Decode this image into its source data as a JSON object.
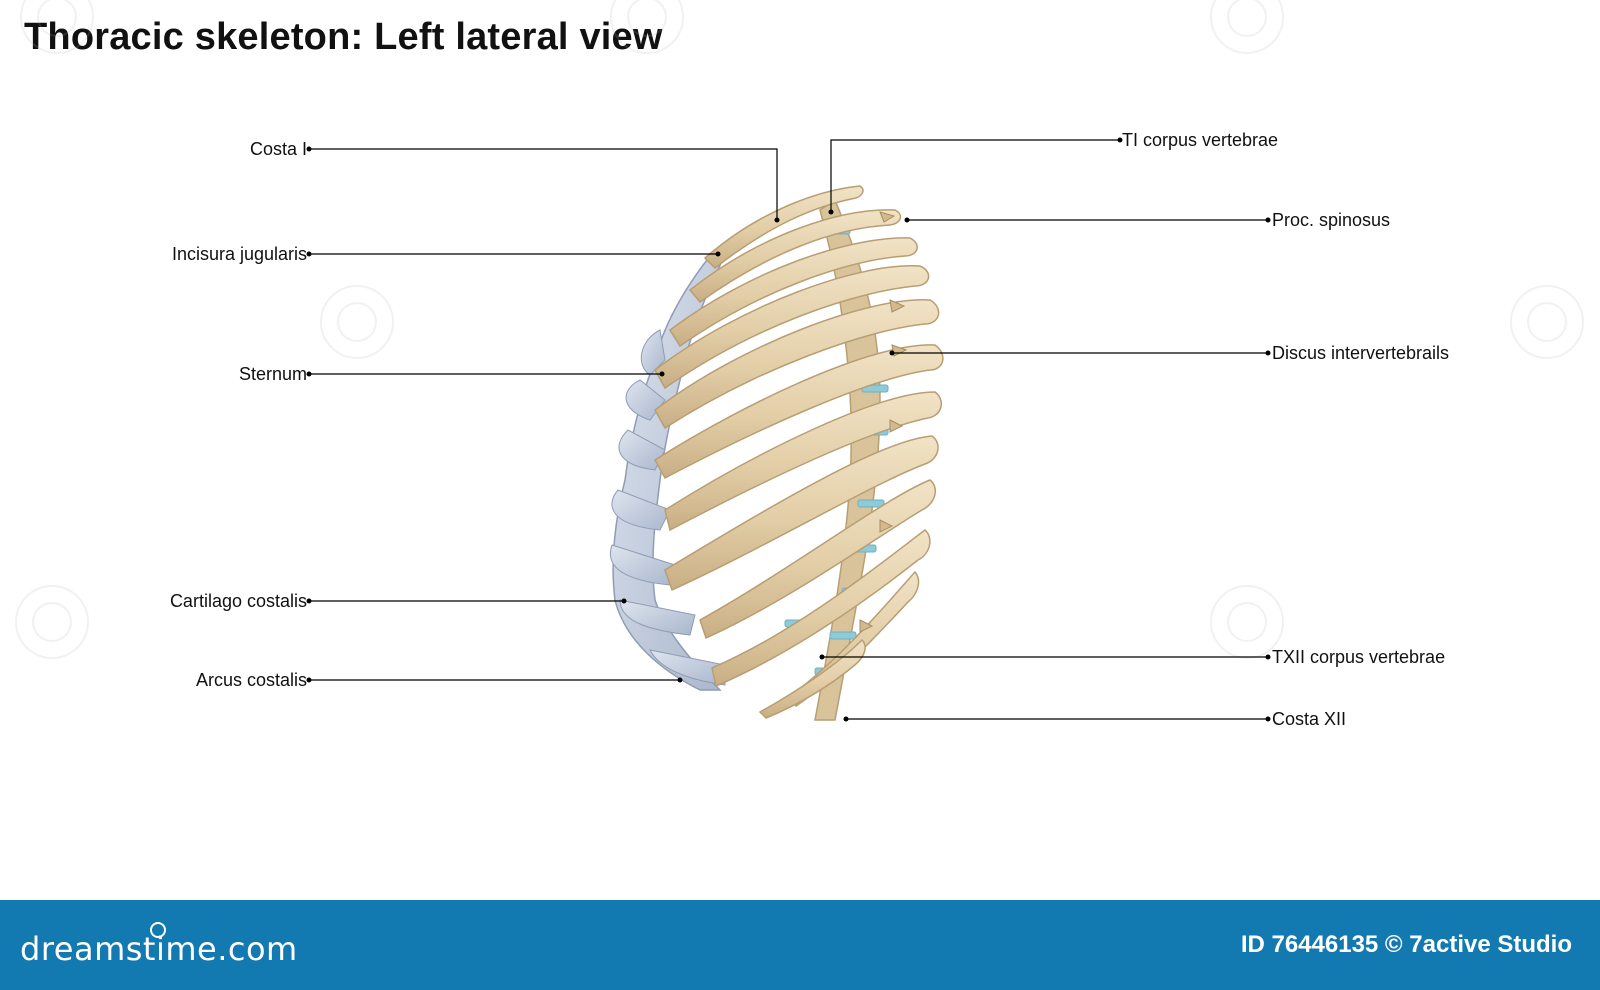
{
  "title": "Thoracic skeleton: Left lateral view",
  "labels": {
    "costa_i": "Costa I",
    "incisura_jugularis": "Incisura jugularis",
    "sternum": "Sternum",
    "cartilago_costalis": "Cartilago costalis",
    "arcus_costalis": "Arcus costalis",
    "ti_corpus_vertebrae": "TI corpus vertebrae",
    "proc_spinosus": "Proc. spinosus",
    "discus_intervertebrails": "Discus intervertebrails",
    "txii_corpus_vertebrae": "TXII corpus vertebrae",
    "costa_xii": "Costa XII"
  },
  "footer": {
    "brand": "dreamstime.com",
    "credit": "ID 76446135 © 7active Studio"
  },
  "colors": {
    "bone": "#e6d3b0",
    "bone_edge": "#b89e73",
    "cartilage": "#bcc8dc",
    "disc": "#8ecad8",
    "footer_bg": "#1279b1"
  }
}
